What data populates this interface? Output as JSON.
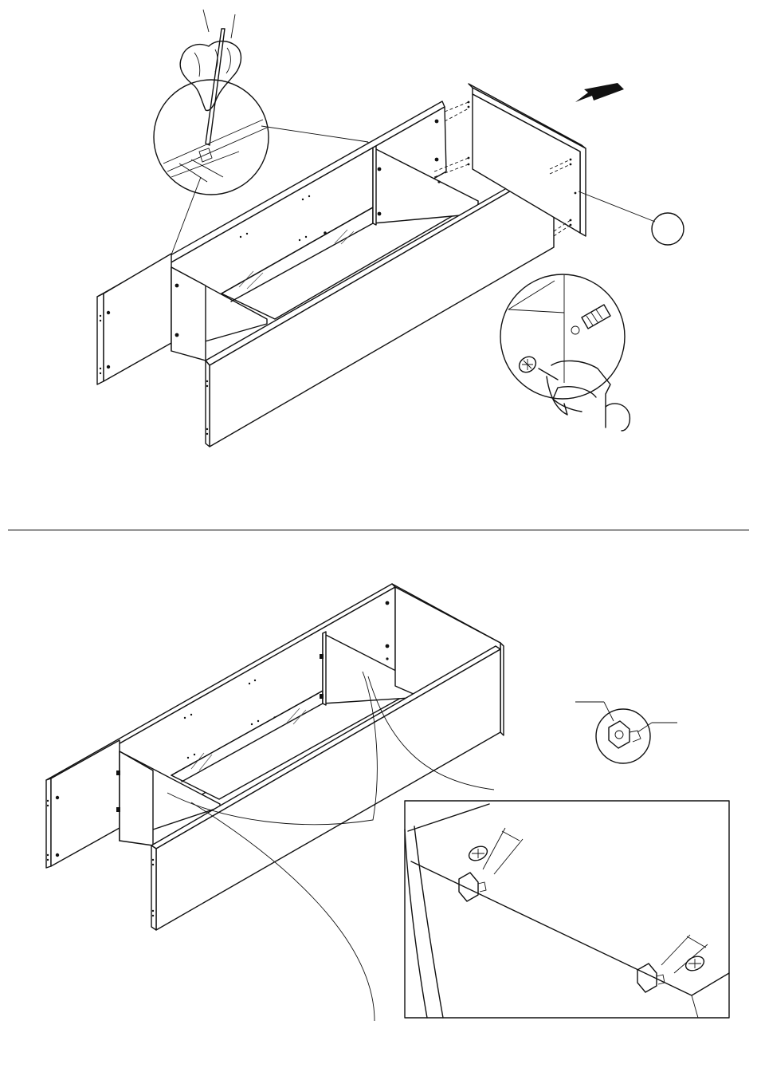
{
  "document": {
    "title": "",
    "steps": [
      {
        "name": "step-upper",
        "callout_label": "",
        "direction": "arrow-left-down",
        "details": [
          "hand-with-screwdriver-detail",
          "screw-and-dowel-detail"
        ]
      },
      {
        "name": "step-lower",
        "callout_labels": [
          "",
          ""
        ],
        "details": [
          "cam-lock-detail",
          "cam-fitting-inset-detail"
        ]
      }
    ]
  },
  "colors": {
    "line": "#111111",
    "paper": "#ffffff",
    "divider": "#000000"
  },
  "icons": [
    "arrow-icon",
    "screwdriver-icon",
    "hand-icon",
    "cam-lock-icon",
    "dowel-icon"
  ]
}
